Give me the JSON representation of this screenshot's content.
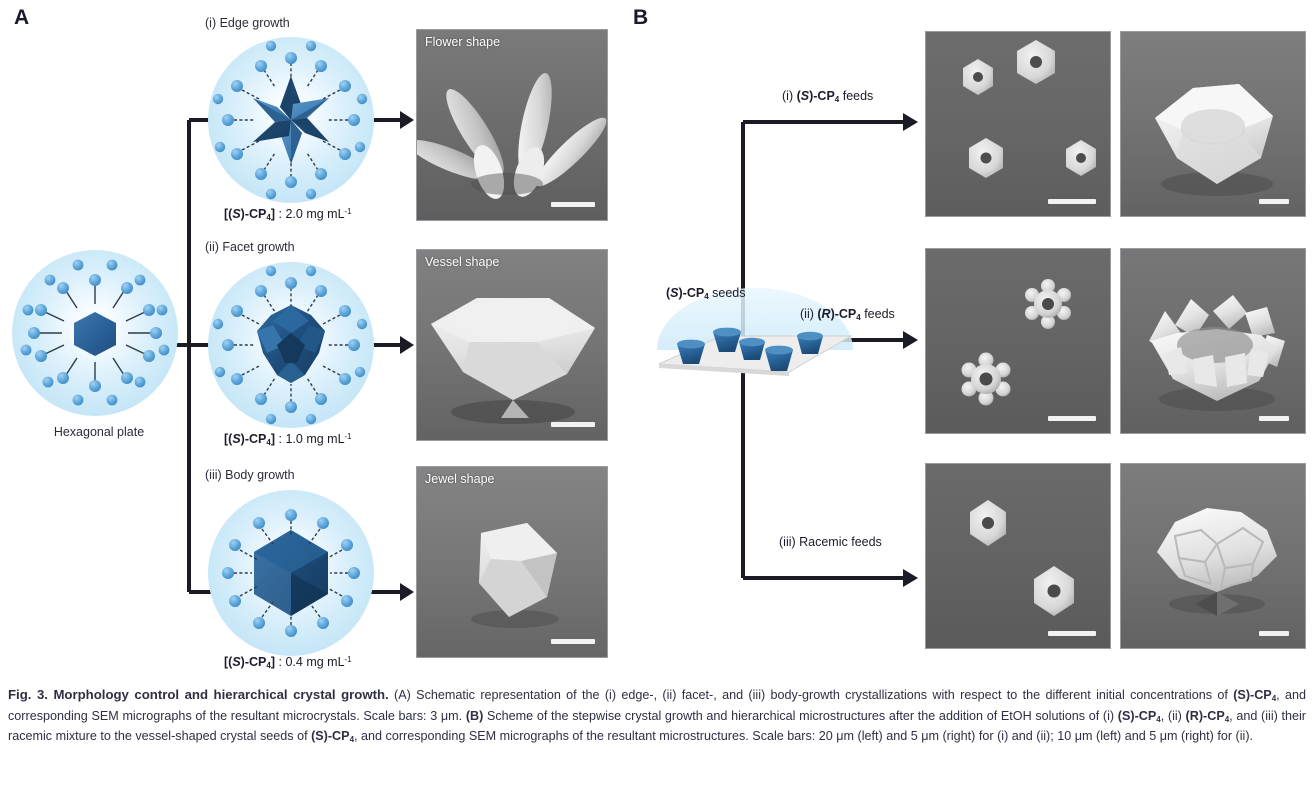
{
  "figure": {
    "panels": [
      {
        "letter": "A"
      },
      {
        "letter": "B"
      }
    ]
  },
  "panelA": {
    "seed_label": "Hexagonal plate",
    "routes": [
      {
        "title": "(i)  Edge growth",
        "conc_prefix": "[(",
        "conc": "[(S)-CP4] : 2.0 mg mL-1",
        "conc_value": "2.0",
        "sem_label": "Flower shape"
      },
      {
        "title": "(ii) Facet growth",
        "conc": "[(S)-CP4] : 1.0 mg mL-1",
        "conc_value": "1.0",
        "sem_label": "Vessel shape"
      },
      {
        "title": "(iii) Body growth",
        "conc": "[(S)-CP4] : 0.4 mg mL-1",
        "conc_value": "0.4",
        "sem_label": "Jewel shape"
      }
    ],
    "conc_unit": "mg mL",
    "conc_exp": "-1",
    "conc_bracket_open": "[(",
    "conc_species_italic": "S",
    "conc_species_rest": ")-CP",
    "conc_species_sub": "4",
    "conc_bracket_close": "] : "
  },
  "panelB": {
    "seeds_label_italic": "S",
    "seeds_label_pre": "(",
    "seeds_label_mid": ")-CP",
    "seeds_label_sub": "4",
    "seeds_label_post": " seeds",
    "routes": [
      {
        "label_index": "(i) ",
        "label_paren": "(",
        "label_italic": "S",
        "label_mid": ")-CP",
        "label_sub": "4",
        "label_post": " feeds"
      },
      {
        "label_index": "(ii) ",
        "label_paren": "(",
        "label_italic": "R",
        "label_mid": ")-CP",
        "label_sub": "4",
        "label_post": " feeds"
      },
      {
        "label_index": "(iii) Racemic feeds",
        "plain": true
      }
    ]
  },
  "caption": {
    "head": "Fig. 3. Morphology control and hierarchical crystal growth.",
    "p1_a": " (A) Schematic representation of the (i) edge-, (ii) facet-, and (iii) body-growth crystallizations with respect to the different initial concentrations of ",
    "p1_s": "(S)-CP",
    "p1_s_sub": "4",
    "p1_b": ", and corresponding SEM micrographs of the resultant microcrystals. Scale bars: 3 μm. ",
    "p2_B": "(B)",
    "p2_a": " Scheme of the stepwise crystal growth and hierarchical microstructures after the addition of EtOH solutions of (i) ",
    "p2_s1": "(S)-CP",
    "p2_s1_sub": "4",
    "p2_b": ", (ii) ",
    "p2_s2": "(R)-CP",
    "p2_s2_sub": "4",
    "p2_c": ", and (iii) their racemic mixture to the vessel-shaped crystal seeds of ",
    "p2_s3": "(S)-CP",
    "p2_s3_sub": "4",
    "p2_d": ", and corresponding SEM micrographs of the resultant microstructures. Scale bars: 20 μm (left) and 5 μm (right) for (i) and (ii); 10 μm (left) and 5 μm (right) for (ii)."
  },
  "colors": {
    "crystal_dark": "#1d4e7e",
    "crystal_mid": "#2a6ca3",
    "crystal_light": "#5b9bd0",
    "particle": "#5fa8dc",
    "halo": "#c9e8f8",
    "arrow": "#1b1b26",
    "sem_bg": "#6e6e6e",
    "text": "#2b2b3a"
  }
}
